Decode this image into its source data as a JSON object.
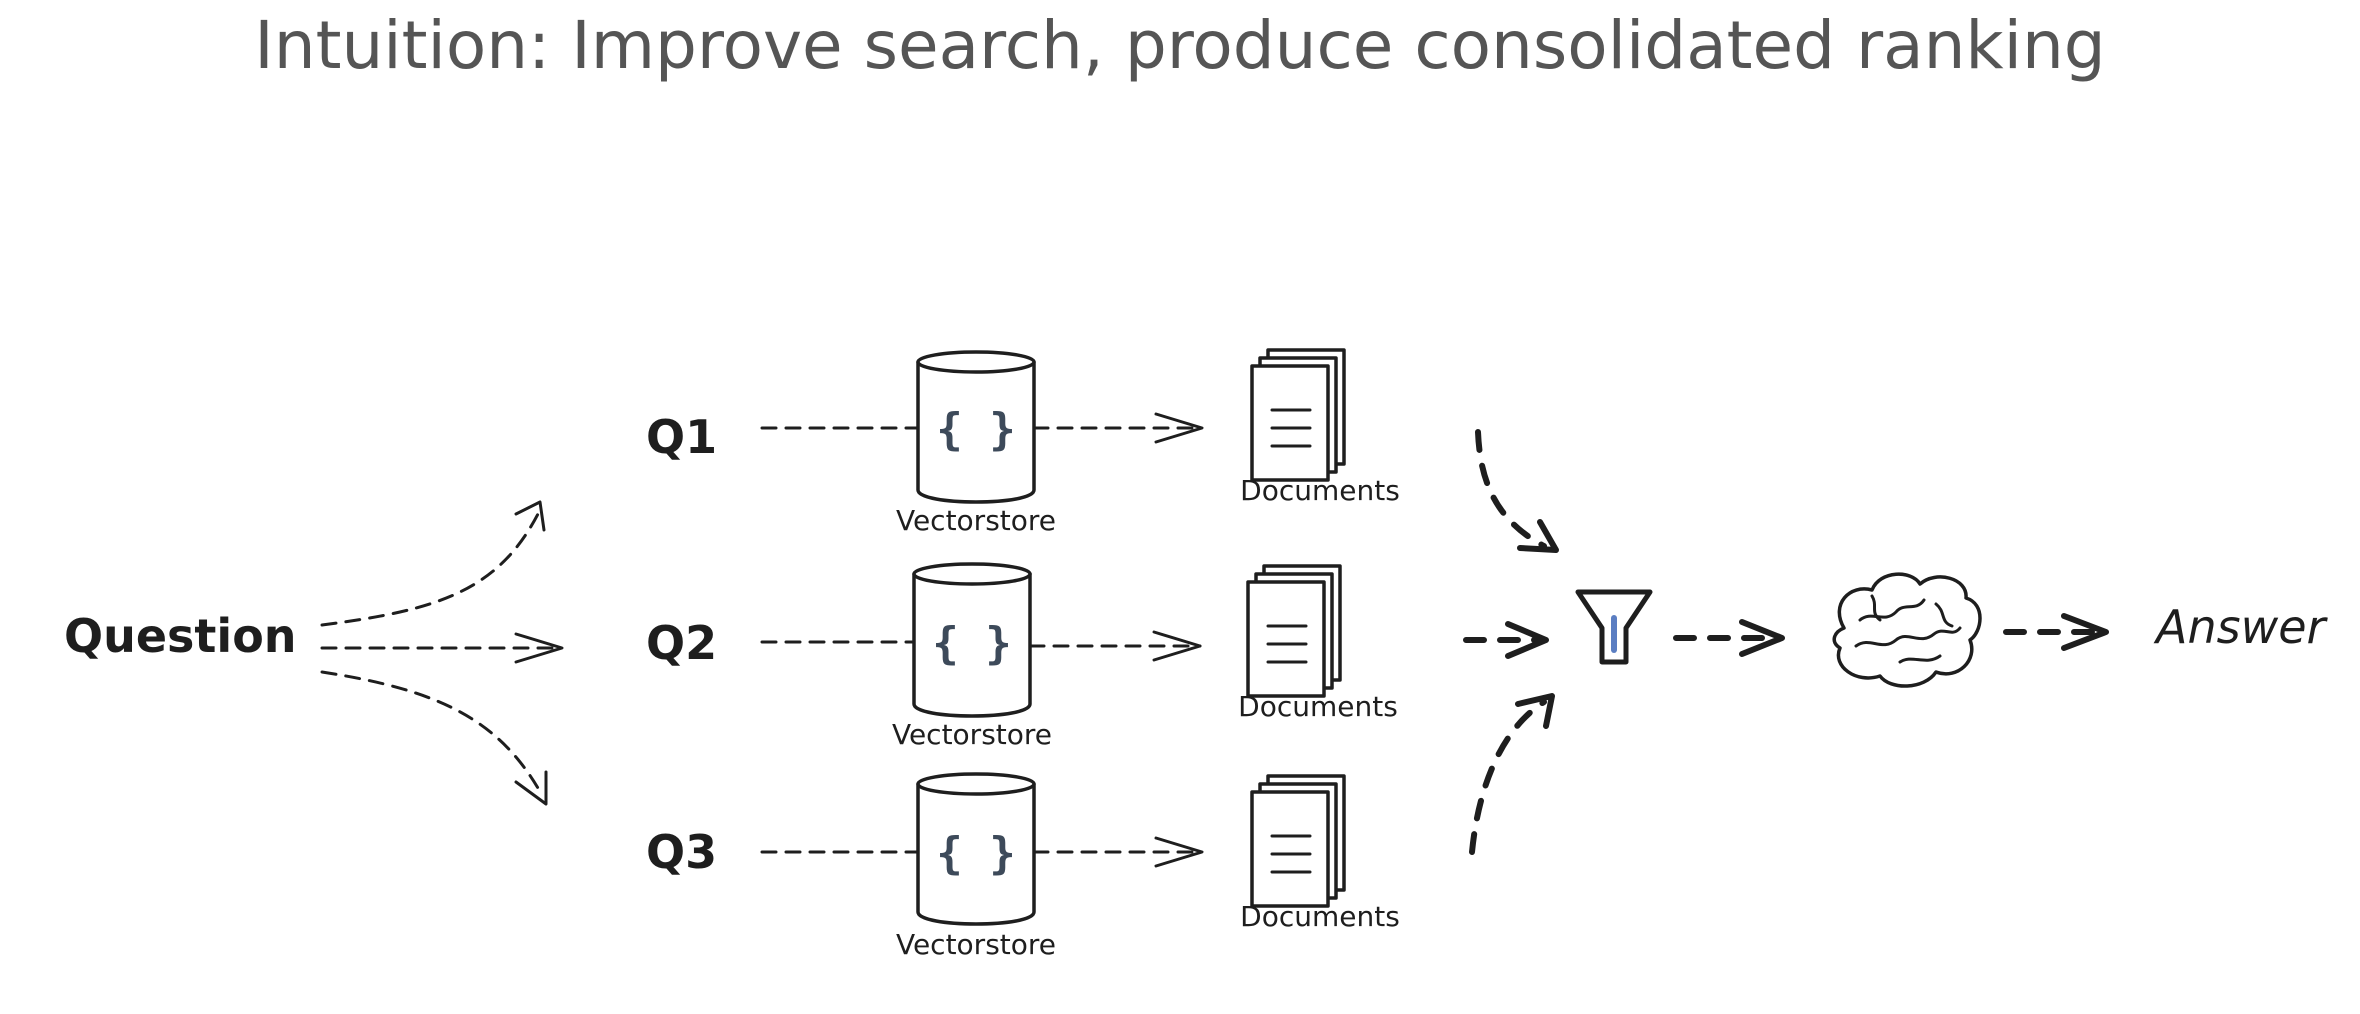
{
  "title": "Intuition: Improve search, produce consolidated ranking",
  "question_label": "Question",
  "queries": [
    {
      "label": "Q1",
      "store_label": "Vectorstore",
      "store_symbol": "{ }",
      "docs_label": "Documents"
    },
    {
      "label": "Q2",
      "store_label": "Vectorstore",
      "store_symbol": "{ }",
      "docs_label": "Documents"
    },
    {
      "label": "Q3",
      "store_label": "Vectorstore",
      "store_symbol": "{ }",
      "docs_label": "Documents"
    }
  ],
  "answer_label": "Answer",
  "icons": {
    "vectorstore": "database-cylinder-icon",
    "documents": "document-stack-icon",
    "filter": "funnel-filter-icon",
    "llm": "brain-icon"
  },
  "colors": {
    "title": "#555555",
    "ink": "#1e1e1e",
    "braces": "#3d4a5a",
    "filter_accent": "#5b7ec2"
  }
}
